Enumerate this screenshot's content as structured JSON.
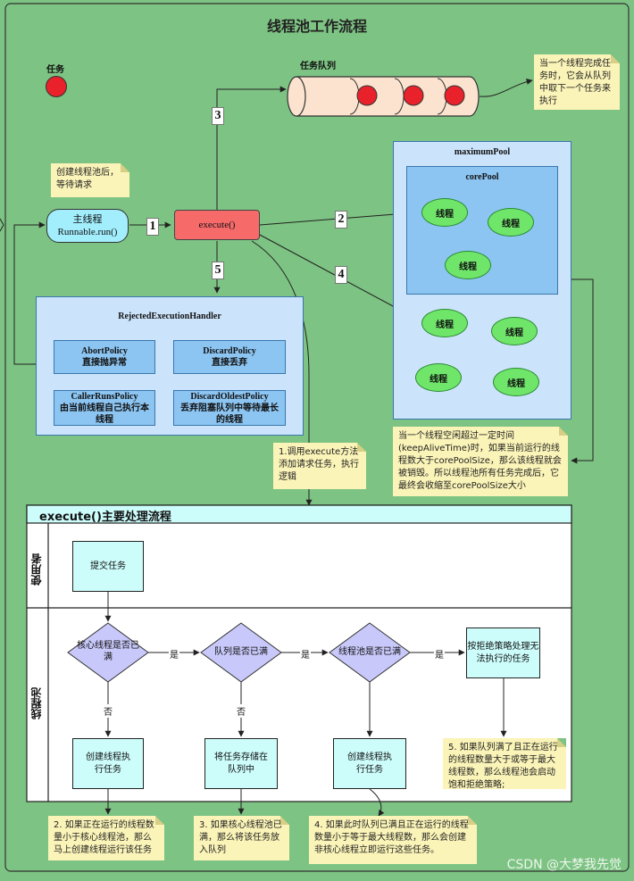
{
  "title": "线程池工作流程",
  "task_label": "任务",
  "queue_label": "任务队列",
  "note_queue": "当一个线程完成任务时，它会从队列中取下一个任务来执行",
  "note_create": "创建线程池后，等待请求",
  "main_thread": {
    "line1": "主线程",
    "line2": "Runnable.run()"
  },
  "execute_label": "execute()",
  "step_nums": [
    "1",
    "2",
    "3",
    "4",
    "5"
  ],
  "maximum_pool": {
    "label": "maximumPool",
    "core_label": "corePool",
    "worker_label": "线程"
  },
  "rejected": {
    "label": "RejectedExecutionHandler",
    "policies": [
      {
        "name": "AbortPolicy",
        "desc": "直接抛异常"
      },
      {
        "name": "DiscardPolicy",
        "desc": "直接丢弃"
      },
      {
        "name": "CallerRunsPolicy",
        "desc": "由当前线程自己执行本线程"
      },
      {
        "name": "DiscardOldestPolicy",
        "desc": "丢弃阻塞队列中等待最长的线程"
      }
    ]
  },
  "note_idle": "当一个线程空闲超过一定时间(keepAliveTime)时，如果当前运行的线程数大于corePoolSize，那么该线程就会被销毁。所以线程池所有任务完成后，它最终会收缩至corePoolSize大小",
  "note_execute": "1.调用execute方法添加请求任务，执行逻辑",
  "flow": {
    "title": "execute()主要处理流程",
    "lane_user": "使用者",
    "lane_pool": "线程池",
    "submit": "提交任务",
    "d1": "核心线程是否已满",
    "d2": "队列是否已满",
    "d3": "线程池是否已满",
    "reject_box": "按拒绝策略处理无法执行的任务",
    "create1": "创建线程执行任务",
    "enqueue": "将任务存储在队列中",
    "create2": "创建线程执行任务",
    "yes": "是",
    "no": "否",
    "note2": "2. 如果正在运行的线程数量小于核心线程池，那么马上创建线程运行该任务",
    "note3": "3. 如果核心线程池已满，那么将该任务放入队列",
    "note4": "4. 如果此时队列已满且正在运行的线程数量小于等于最大线程数，那么会创建非核心线程立即运行这些任务。",
    "note5": "5. 如果队列满了且正在运行的线程数量大于或等于最大线程数，那么线程池会启动饱和拒绝策略;"
  },
  "watermark": "CSDN @大梦我先觉"
}
